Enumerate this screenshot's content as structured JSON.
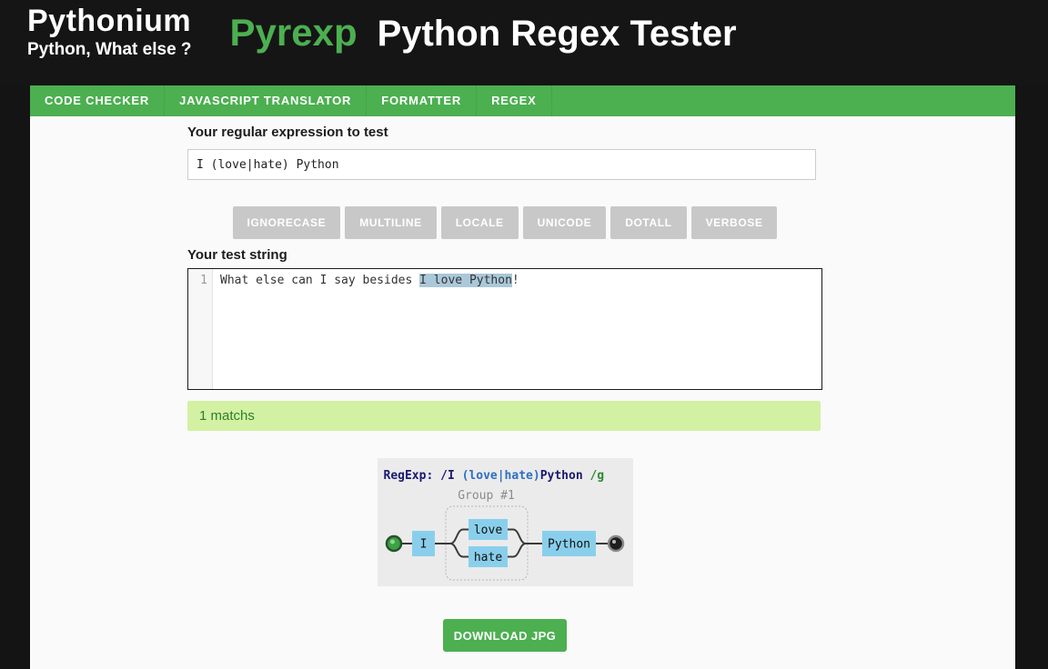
{
  "header": {
    "logo_title": "Pythonium",
    "logo_tagline": "Python, What else ?",
    "brand": "Pyrexp",
    "page_title": "Python Regex Tester"
  },
  "nav": {
    "items": [
      "CODE CHECKER",
      "JAVASCRIPT TRANSLATOR",
      "FORMATTER",
      "REGEX"
    ]
  },
  "regex": {
    "label": "Your regular expression to test",
    "value": "I (love|hate) Python"
  },
  "flags": [
    "IGNORECASE",
    "MULTILINE",
    "LOCALE",
    "UNICODE",
    "DOTALL",
    "VERBOSE"
  ],
  "test_string": {
    "label": "Your test string",
    "line_number": "1",
    "text_before": "What else can I say besides ",
    "text_match": "I love Python",
    "text_after": "!"
  },
  "result": {
    "match_text": "1 matchs"
  },
  "diagram": {
    "title_prefix": "RegExp: /I ",
    "title_group": "(love|hate)",
    "title_literal": "Python",
    "title_flags": " /g",
    "group_label": "Group #1",
    "node_literal_1": "I",
    "node_branch_top": "love",
    "node_branch_bottom": "hate",
    "node_literal_2": "Python"
  },
  "download": {
    "label": "DOWNLOAD JPG"
  },
  "colors": {
    "accent_green": "#4caf50",
    "header_bg": "#151515",
    "content_bg": "#fafafa",
    "match_bar_bg": "#d3f1a2",
    "match_text": "#2e7d32",
    "node_blue": "#89cfec",
    "highlight_blue": "#aac8da",
    "title_navy": "#191970",
    "title_blue": "#2d6fc2",
    "title_flag_green": "#2e8b2e"
  }
}
